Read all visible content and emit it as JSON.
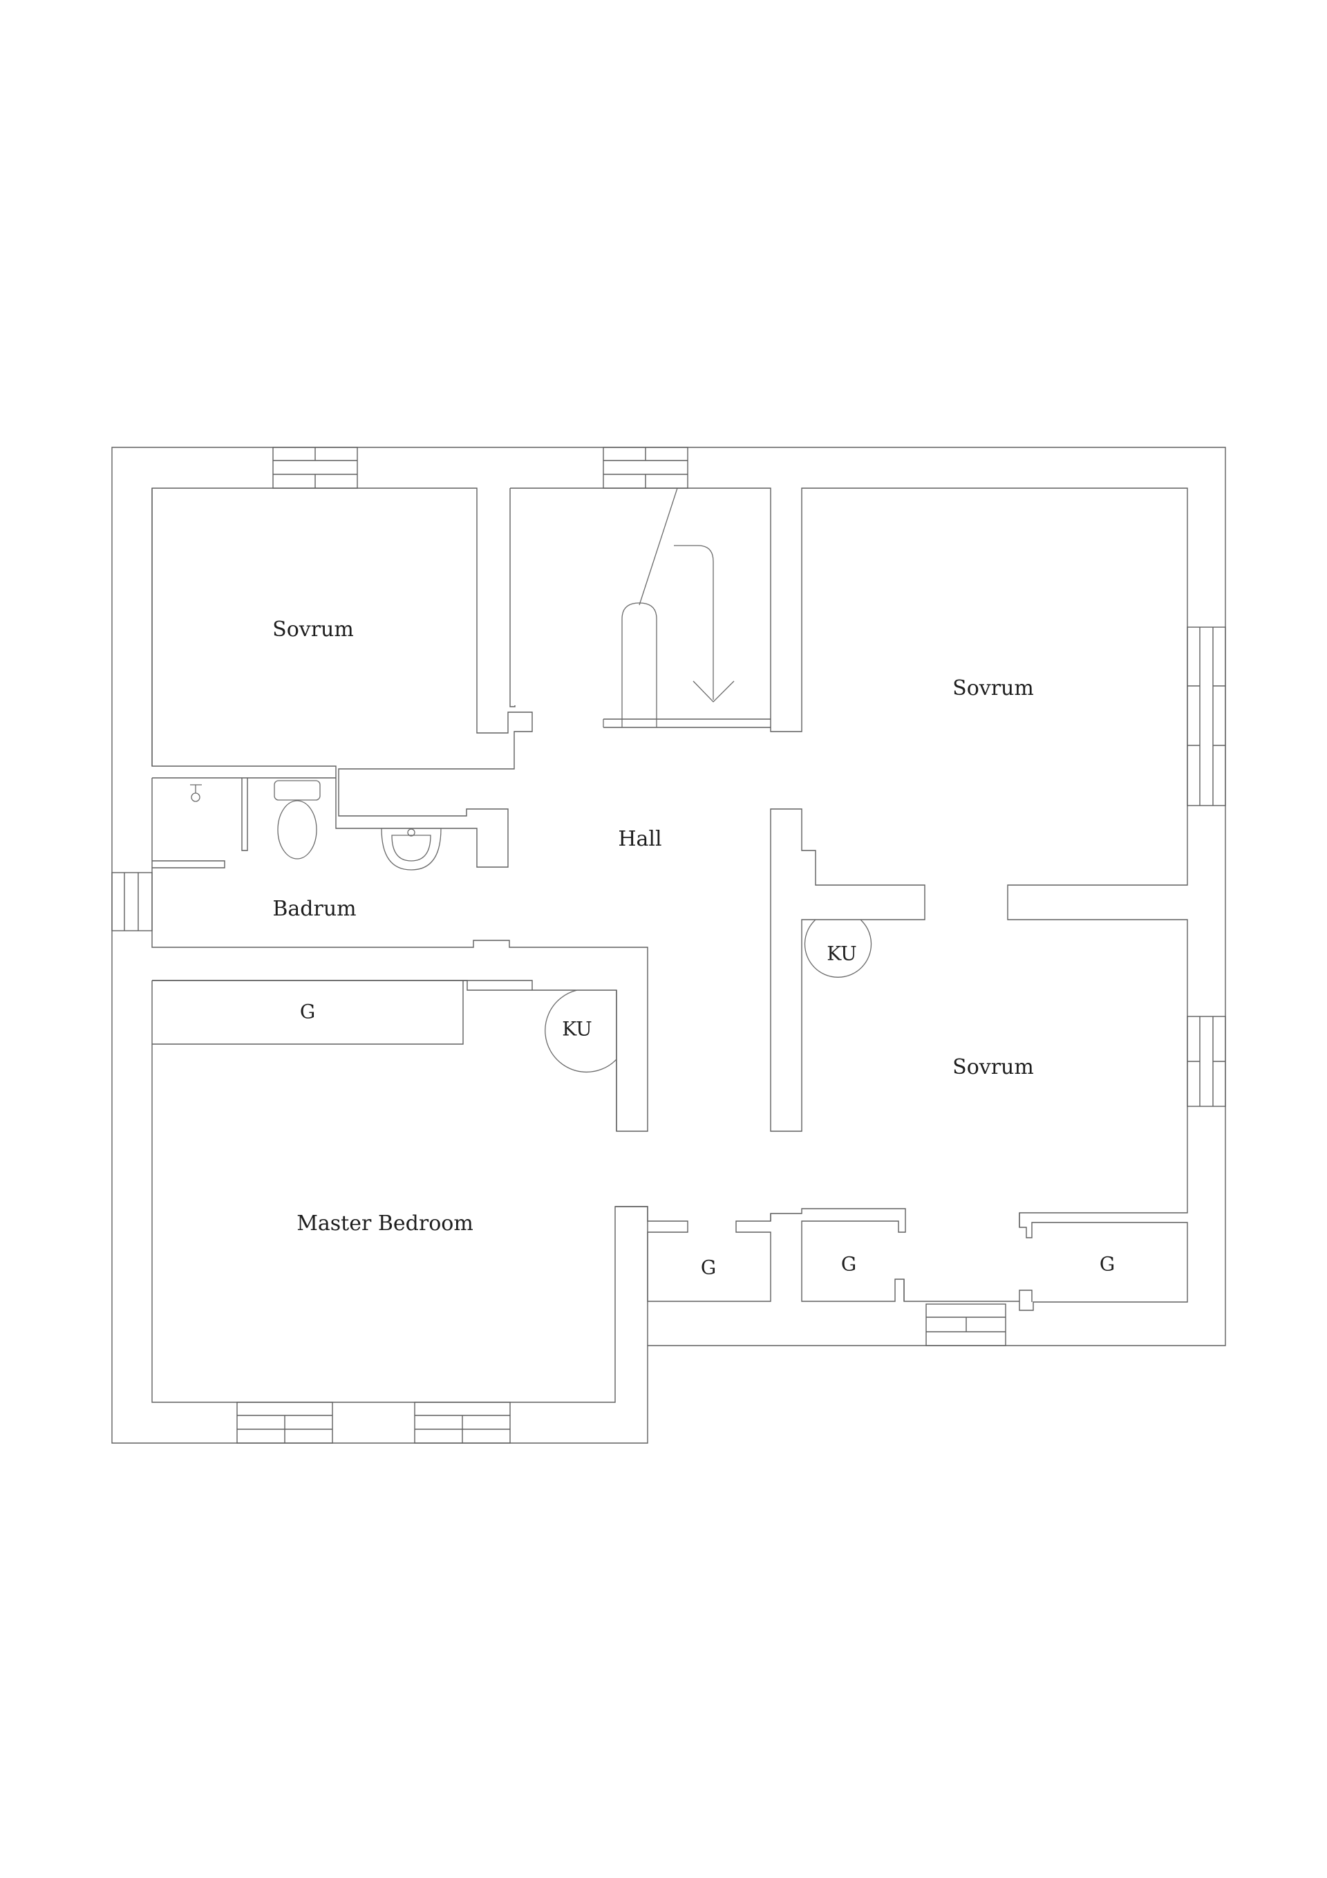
{
  "rooms": {
    "sovrum_top_left": "Sovrum",
    "sovrum_top_right": "Sovrum",
    "sovrum_mid_right": "Sovrum",
    "hall": "Hall",
    "badrum": "Badrum",
    "master_bedroom": "Master Bedroom"
  },
  "closets": {
    "master_wardrobe": "G",
    "bottom_center_left": "G",
    "bottom_center_right": "G",
    "bottom_right": "G"
  },
  "boilers": {
    "master": "KU",
    "hall": "KU"
  }
}
